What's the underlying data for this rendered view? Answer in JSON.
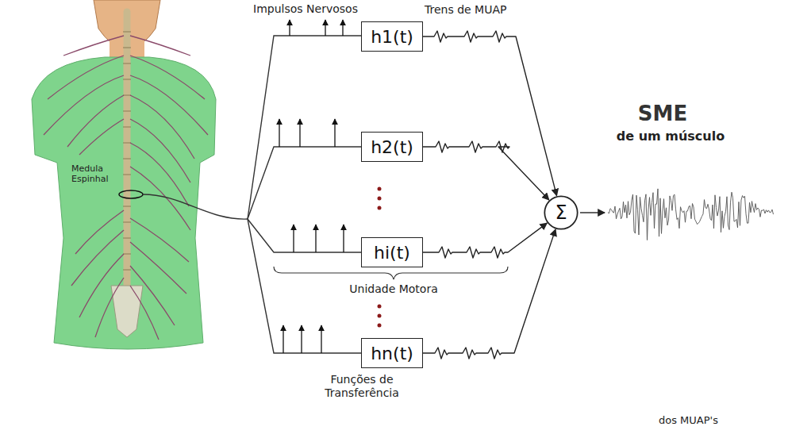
{
  "diagram": {
    "nodes": [
      {
        "text": [
          "h1(t)"
        ]
      },
      {
        "text": [
          "h2(t)"
        ]
      },
      {
        "text": [
          "hi(t)"
        ]
      },
      {
        "text": [
          "hn(t)"
        ]
      },
      {
        "text": [
          "Σ"
        ]
      }
    ],
    "edges": [
      {
        "from": 0,
        "to": 4,
        "arrow": "to"
      },
      {
        "from": 1,
        "to": 4,
        "arrow": "to"
      },
      {
        "from": 2,
        "to": 4,
        "arrow": "to"
      },
      {
        "from": 3,
        "to": 4,
        "arrow": "to"
      }
    ],
    "labels": [
      "Impulsos Nervosos",
      "Trens de MUAP",
      "Medula Espinhal",
      "Unidade Motora",
      "Funções de Transferência",
      "SME",
      "de um músculo",
      "dos MUAP's"
    ]
  }
}
